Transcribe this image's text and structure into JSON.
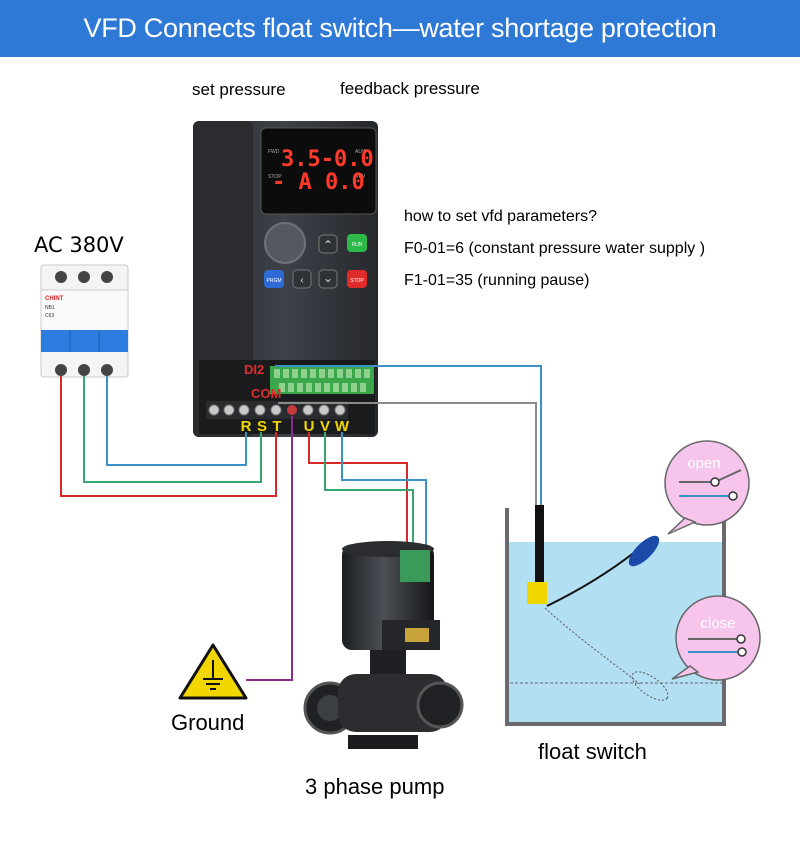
{
  "title": "VFD Connects float switch—water shortage protection",
  "labels": {
    "set_pressure": "set pressure",
    "feedback_pressure": "feedback pressure",
    "ac_supply": "AC 380V",
    "ground": "Ground",
    "pump": "3 phase pump",
    "float_switch": "float switch",
    "open": "open",
    "close": "close"
  },
  "instructions": {
    "heading": "how to set vfd parameters?",
    "line1": "F0-01=6 (constant pressure water supply )",
    "line2": "F1-01=35 (running pause)"
  },
  "vfd": {
    "display_top": "3.5-0.0",
    "display_bottom": "- A 0.0",
    "indicators": {
      "fwd": "FWD",
      "alm": "ALM",
      "stop": "STOP",
      "rev": "REV"
    },
    "keys": {
      "run": "RUN",
      "prgm": "PRGM",
      "stop": "STOP"
    },
    "control_terminals": {
      "di2": "DI2",
      "com": "COM"
    },
    "power_terminals": [
      "R",
      "S",
      "T",
      "U",
      "V",
      "W"
    ]
  },
  "breaker": {
    "brand": "CHINT",
    "model": "NB1",
    "rating": "C63"
  },
  "colors": {
    "banner": "#2f79d6",
    "wire_red": "#d62828",
    "wire_green": "#3aa672",
    "wire_blue": "#3b92c7",
    "wire_ground": "#8b2c87",
    "wire_signal_gray": "#8a8a8a",
    "terminal_label": "#f2d600",
    "water": "#b3dff2",
    "bubble": "#f7c4ec"
  }
}
